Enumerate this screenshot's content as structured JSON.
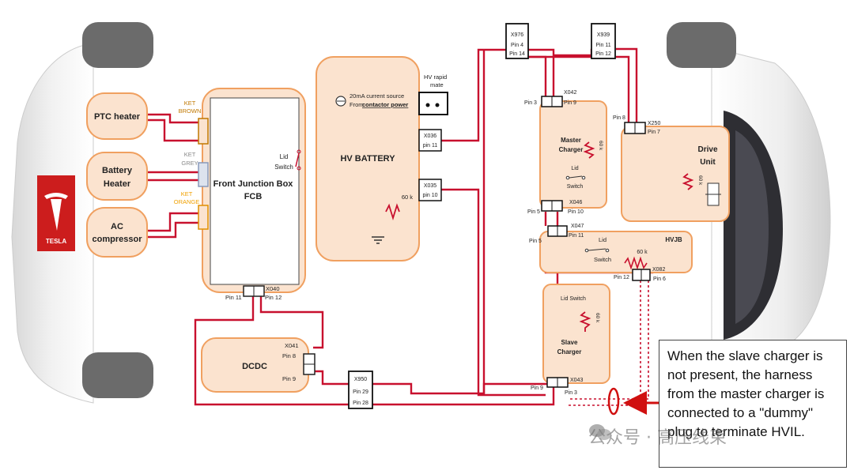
{
  "brand": {
    "logo_text": "TESLA"
  },
  "colors": {
    "wire": "#c8102e",
    "box_fill": "#fbe3cf",
    "box_stroke": "#f0a060",
    "tesla_red": "#cc1d1d"
  },
  "loads": {
    "ptc": "PTC heater",
    "battery_heater_1": "Battery",
    "battery_heater_2": "Heater",
    "ac_1": "AC",
    "ac_2": "compressor"
  },
  "connectors_left": {
    "brown_1": "KET",
    "brown_2": "BROWN",
    "grey_1": "KET",
    "grey_2": "GREY",
    "orange_1": "KET",
    "orange_2": "ORANGE"
  },
  "fcb": {
    "title_1": "Front Junction Box",
    "title_2": "FCB",
    "lid_1": "Lid",
    "lid_2": "Switch",
    "x040": "X040",
    "pin11": "Pin 11",
    "pin12": "Pin 12"
  },
  "battery": {
    "title": "HV BATTERY",
    "current_1": "20mA current source",
    "current_2a": "From ",
    "current_2b": "contactor power",
    "rapid_1": "HV rapid",
    "rapid_2": "mate",
    "res": "60 k",
    "x036": "X036",
    "x036_pin": "pin 11",
    "x035": "X035",
    "x035_pin": "pin 10"
  },
  "dcdc": {
    "title": "DCDC",
    "x041": "X041",
    "pin8": "Pin 8",
    "pin9": "Pin 9"
  },
  "x950": {
    "name": "X950",
    "p1": "Pin 29",
    "p2": "Pin 28"
  },
  "x976": {
    "name": "X976",
    "p1": "Pin 4",
    "p2": "Pin 14"
  },
  "x939": {
    "name": "X939",
    "p1": "Pin 11",
    "p2": "Pin 12"
  },
  "master": {
    "title_1": "Master",
    "title_2": "Charger",
    "res": "60 k",
    "lid_1": "Lid",
    "lid_2": "Switch",
    "x042": "X042",
    "pin3": "Pin 3",
    "pin9": "Pin 9",
    "x046": "X046",
    "pin5": "Pin 5",
    "pin10": "Pin 10"
  },
  "hvjb": {
    "title": "HVJB",
    "lid_1": "Lid",
    "lid_2": "Switch",
    "res": "60 k",
    "x047": "X047",
    "pin5": "Pin 5",
    "pin11": "Pin 11",
    "x082": "X082",
    "pin12": "Pin 12",
    "pin6": "Pin 6"
  },
  "drive": {
    "title_1": "Drive",
    "title_2": "Unit",
    "res": "60 k",
    "x250": "X250",
    "pin8": "Pin 8",
    "pin7": "Pin 7"
  },
  "slave": {
    "title_1": "Slave",
    "title_2": "Charger",
    "res": "60 k",
    "lid": "Lid Switch",
    "x043": "X043",
    "pin9": "Pin 9",
    "pin3": "Pin 3"
  },
  "callout": "When the slave charger is not present, the harness from the master charger is connected to a \"dummy\" plug to terminate HVIL.",
  "watermark": "公众号 · 高压线束"
}
